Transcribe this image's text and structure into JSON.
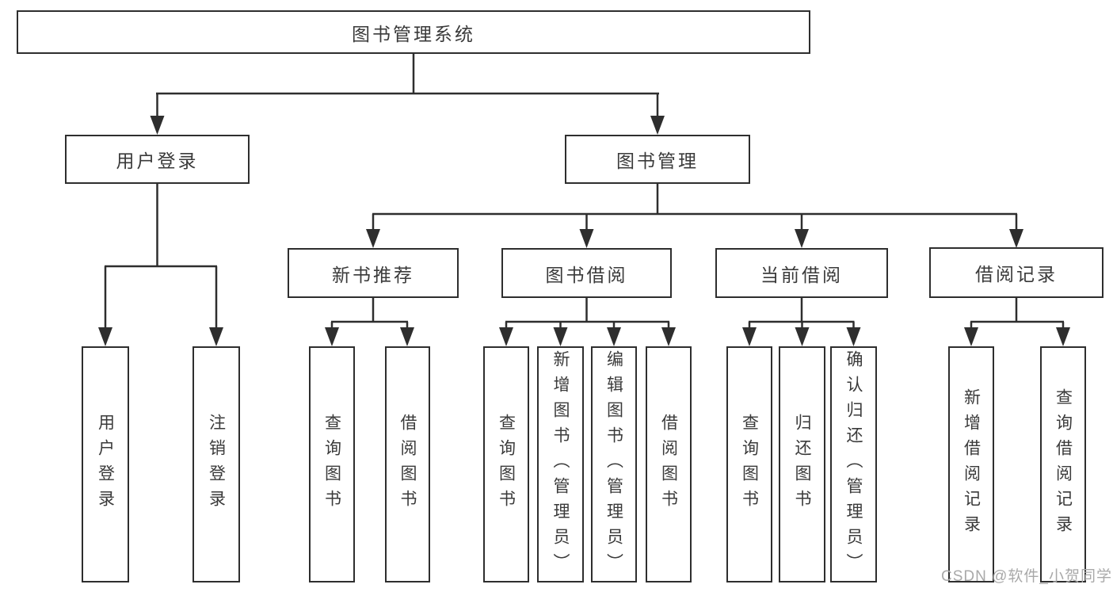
{
  "diagram": {
    "root": {
      "label": "图书管理系统"
    },
    "branches": [
      {
        "label": "用户登录"
      },
      {
        "label": "图书管理"
      }
    ],
    "modules": [
      {
        "label": "新书推荐"
      },
      {
        "label": "图书借阅"
      },
      {
        "label": "当前借阅"
      },
      {
        "label": "借阅记录"
      }
    ],
    "leaves": {
      "user": [
        "用户登录",
        "注销登录"
      ],
      "recommend": [
        "查询图书",
        "借阅图书"
      ],
      "borrow": [
        "查询图书",
        "新增图书（管理员）",
        "编辑图书（管理员）",
        "借阅图书"
      ],
      "current": [
        "查询图书",
        "归还图书",
        "确认归还（管理员）"
      ],
      "records": [
        "新增借阅记录",
        "查询借阅记录"
      ]
    }
  },
  "watermark": "CSDN @软件_小贺同学",
  "colors": {
    "line": "#2e2e2e",
    "text": "#3a3a3a",
    "background": "#ffffff",
    "watermark": "#a9a9a9"
  }
}
